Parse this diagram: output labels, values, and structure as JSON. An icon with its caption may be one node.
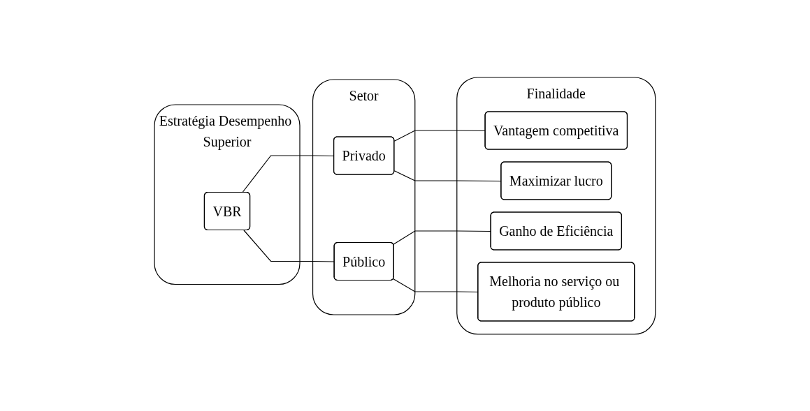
{
  "diagram": {
    "nodes": [
      {
        "text": [
          "Estratégia Desempenho Superior"
        ]
      },
      {
        "text": [
          "VBR"
        ],
        "in": 0
      },
      {
        "text": [
          "Setor"
        ]
      },
      {
        "text": [
          "Privado"
        ],
        "in": 2
      },
      {
        "text": [
          "Público"
        ],
        "in": 2
      },
      {
        "text": [
          "Finalidade"
        ]
      },
      {
        "text": [
          "Vantagem competitiva"
        ],
        "in": 5
      },
      {
        "text": [
          "Maximizar lucro"
        ],
        "in": 5
      },
      {
        "text": [
          "Ganho de Eficiência"
        ],
        "in": 5
      },
      {
        "text": [
          "Melhoria no serviço ou produto público"
        ],
        "in": 5
      }
    ],
    "edges": [
      {
        "from": 1,
        "to": 3,
        "arrow": "none"
      },
      {
        "from": 1,
        "to": 4,
        "arrow": "none"
      },
      {
        "from": 3,
        "to": 6,
        "arrow": "none"
      },
      {
        "from": 3,
        "to": 7,
        "arrow": "none"
      },
      {
        "from": 4,
        "to": 8,
        "arrow": "none"
      },
      {
        "from": 4,
        "to": 9,
        "arrow": "none"
      }
    ]
  }
}
